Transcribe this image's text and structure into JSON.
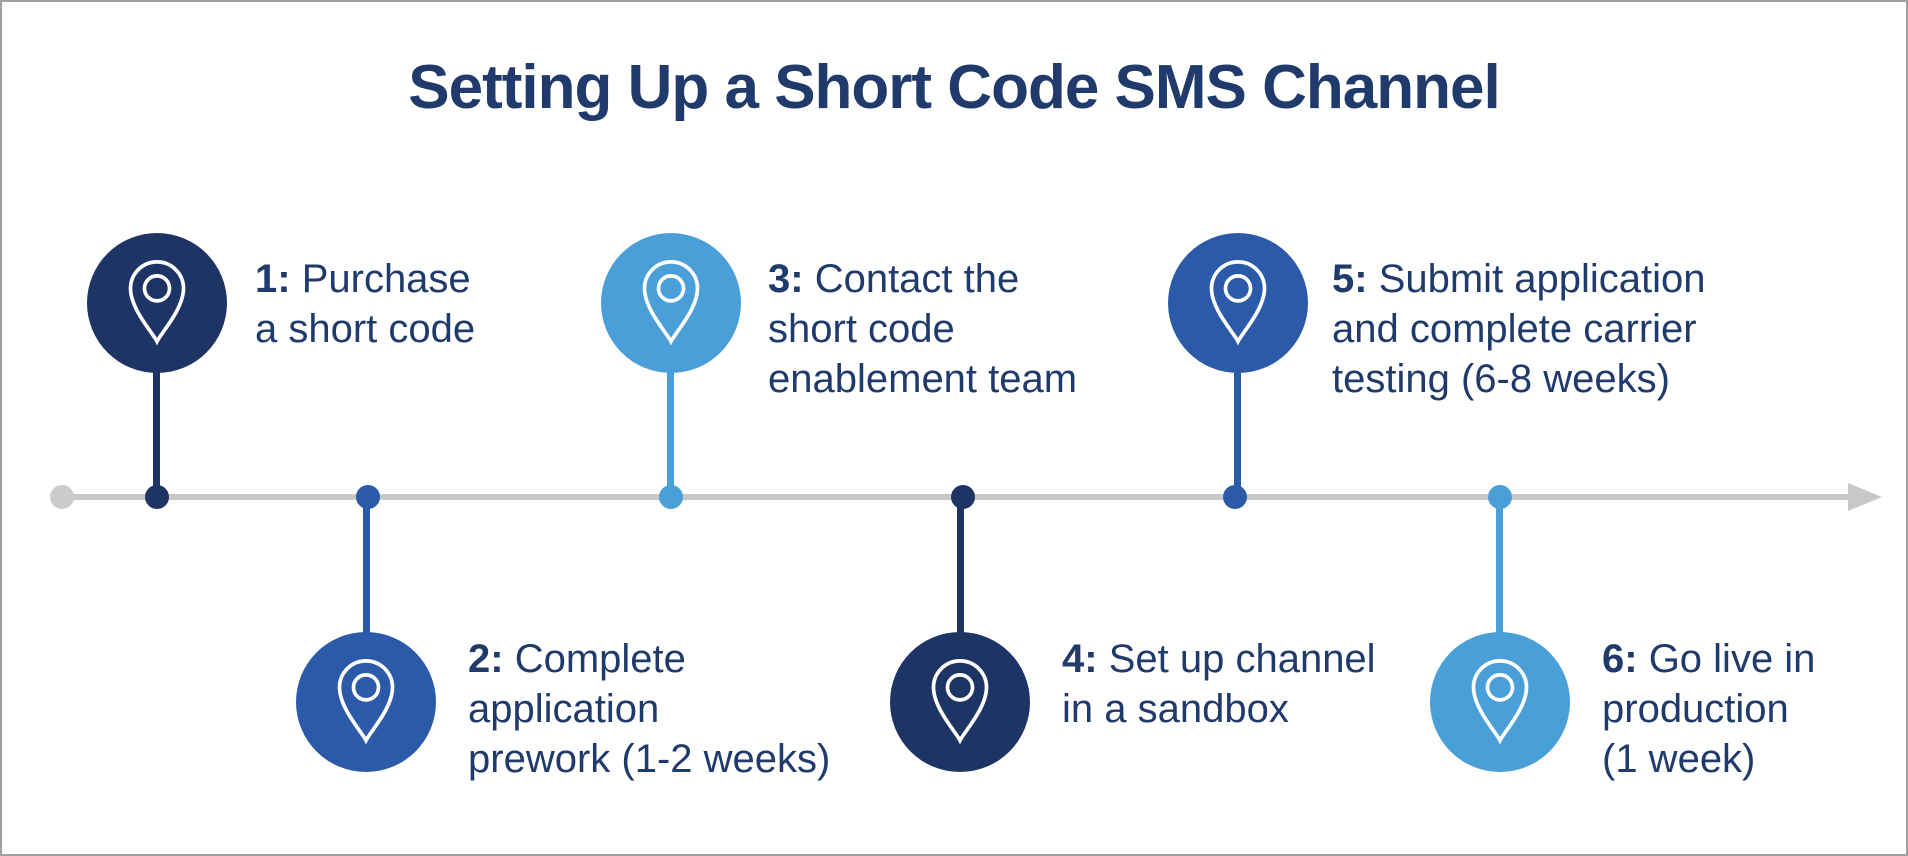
{
  "title": "Setting Up a Short Code SMS Channel",
  "colors": {
    "dark_navy": "#1e3464",
    "medium_blue": "#2b5ba8",
    "light_blue": "#4a9fd9",
    "text_navy": "#1f3a6b",
    "track_gray": "#c8c8c8"
  },
  "timeline": {
    "start_marker": "gray-dot",
    "end_marker": "right-arrow",
    "node_icon": "location-pin"
  },
  "steps": [
    {
      "num": "1:",
      "first_line": " Purchase",
      "lines": [
        "a short code"
      ],
      "side": "above",
      "color": "#1e3464"
    },
    {
      "num": "2:",
      "first_line": " Complete",
      "lines": [
        "application",
        "prework (1-2 weeks)"
      ],
      "side": "below",
      "color": "#2b5ba8"
    },
    {
      "num": "3:",
      "first_line": " Contact the",
      "lines": [
        "short code",
        "enablement team"
      ],
      "side": "above",
      "color": "#4a9fd9"
    },
    {
      "num": "4:",
      "first_line": " Set up channel",
      "lines": [
        "in a sandbox"
      ],
      "side": "below",
      "color": "#1e3464"
    },
    {
      "num": "5:",
      "first_line": " Submit application",
      "lines": [
        "and complete carrier",
        "testing (6-8 weeks)"
      ],
      "side": "above",
      "color": "#2b5ba8"
    },
    {
      "num": "6:",
      "first_line": " Go live in",
      "lines": [
        "production",
        "(1 week)"
      ],
      "side": "below",
      "color": "#4a9fd9"
    }
  ]
}
